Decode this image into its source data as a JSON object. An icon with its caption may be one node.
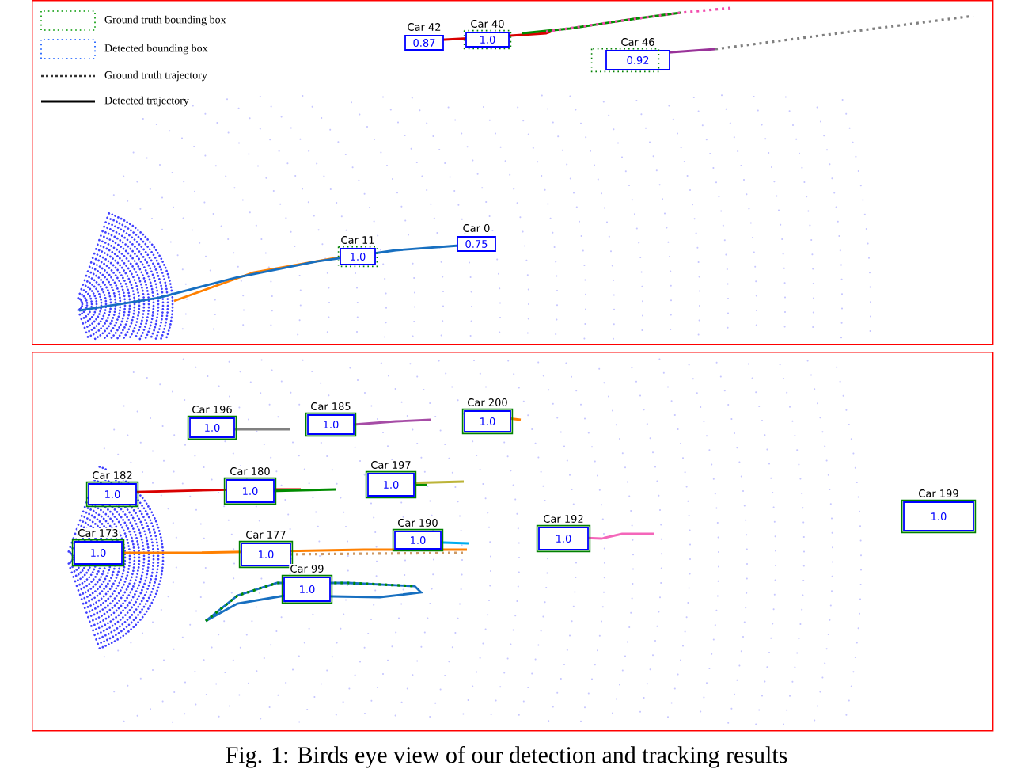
{
  "diagram": {
    "caption": "Fig. 1: Birds eye view of our detection and tracking results",
    "nodes": [
      {
        "text": [],
        "shape": "box"
      },
      {
        "text": [
          "Car 42",
          "0.87"
        ],
        "in": 0
      },
      {
        "text": [
          "Car 40",
          "1.0"
        ],
        "in": 0
      },
      {
        "text": [
          "Car 46",
          "0.92"
        ],
        "in": 0
      },
      {
        "text": [
          "Car 11",
          "1.0"
        ],
        "in": 0
      },
      {
        "text": [
          "Car 0",
          "0.75"
        ],
        "in": 0
      },
      {
        "text": [],
        "shape": "box"
      },
      {
        "text": [
          "Car 196",
          "1.0"
        ],
        "in": 6
      },
      {
        "text": [
          "Car 185",
          "1.0"
        ],
        "in": 6
      },
      {
        "text": [
          "Car 200",
          "1.0"
        ],
        "in": 6
      },
      {
        "text": [
          "Car 182",
          "1.0"
        ],
        "in": 6
      },
      {
        "text": [
          "Car 180",
          "1.0"
        ],
        "in": 6
      },
      {
        "text": [
          "Car 197",
          "1.0"
        ],
        "in": 6
      },
      {
        "text": [
          "Car 173",
          "1.0"
        ],
        "in": 6
      },
      {
        "text": [
          "Car 177",
          "1.0"
        ],
        "in": 6
      },
      {
        "text": [
          "Car 190",
          "1.0"
        ],
        "in": 6
      },
      {
        "text": [
          "Car 192",
          "1.0"
        ],
        "in": 6
      },
      {
        "text": [
          "Car 199",
          "1.0"
        ],
        "in": 6
      },
      {
        "text": [
          "Car 99",
          "1.0"
        ],
        "in": 6
      }
    ],
    "legend": [
      {
        "text": "Ground truth bounding box"
      },
      {
        "text": "Detected bounding box"
      },
      {
        "text": "Ground truth trajectory"
      },
      {
        "text": "Detected trajectory"
      }
    ]
  }
}
